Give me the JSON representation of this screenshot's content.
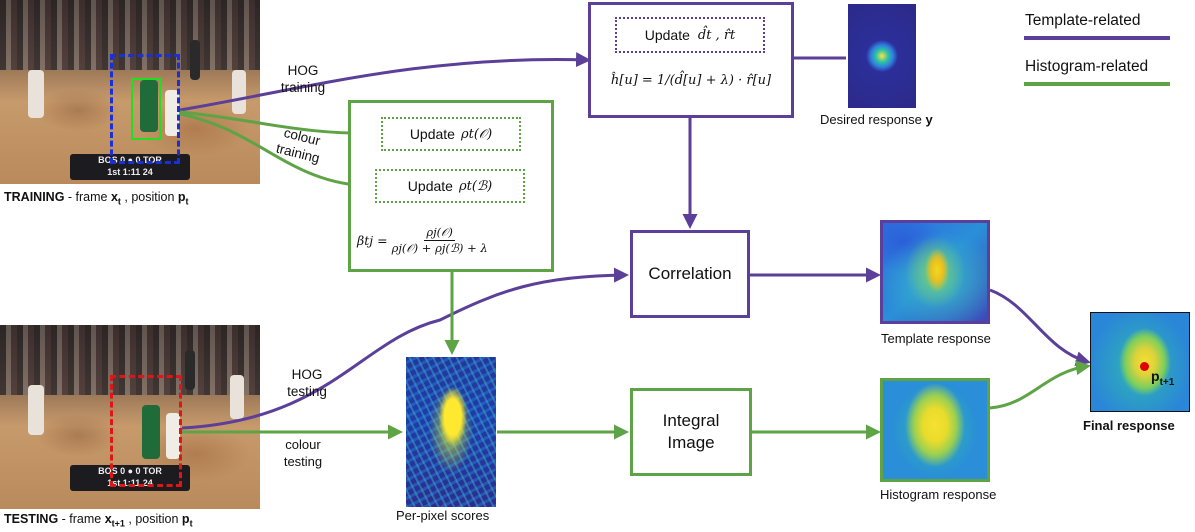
{
  "legend": {
    "template_label": "Template-related",
    "histogram_label": "Histogram-related"
  },
  "colors": {
    "template": "#5b3f99",
    "histogram": "#5ea345",
    "box_blue": "#1a2fd6",
    "box_red": "#e01515",
    "box_green_small": "#22dd22",
    "point": "#e00000"
  },
  "frames": {
    "training": {
      "caption_bold": "TRAINING",
      "caption_mid": " - frame ",
      "frame_var": "x",
      "frame_sub": "t",
      "caption_pos": " , position ",
      "pos_var": "p",
      "pos_sub": "t"
    },
    "testing": {
      "caption_bold": "TESTING",
      "caption_mid": " - frame ",
      "frame_var": "x",
      "frame_sub": "t+1",
      "caption_pos": " , position ",
      "pos_var": "p",
      "pos_sub": "t"
    },
    "scoreboard_top": "BOS  0  ●  0  TOR",
    "scoreboard_bottom": "1st    1:11   24"
  },
  "edges": {
    "hog_training": [
      "HOG",
      "training"
    ],
    "colour_training": [
      "colour",
      "training"
    ],
    "hog_testing": [
      "HOG",
      "testing"
    ],
    "colour_testing": [
      "colour",
      "testing"
    ]
  },
  "template_box": {
    "update_word": "Update",
    "update_vars": "d̂t ,   r̂t",
    "formula": "ĥ[u] = 1/(d̂[u] + λ) · r̂[u]"
  },
  "desired": {
    "label": "Desired response ",
    "label_bold": "y"
  },
  "histogram_box": {
    "update_obj_word": "Update",
    "update_obj_math": "ρt(𝒪)",
    "update_bg_word": "Update",
    "update_bg_math": "ρt(ℬ)",
    "beta_lhs": "βtj =",
    "beta_num": "ρj(𝒪)",
    "beta_den": "ρj(𝒪) + ρj(ℬ) + λ"
  },
  "correlation": {
    "label": "Correlation"
  },
  "integral": {
    "label_line1": "Integral",
    "label_line2": "Image"
  },
  "per_pixel": {
    "label": "Per-pixel scores"
  },
  "template_response": {
    "label": "Template response"
  },
  "histogram_response": {
    "label": "Histogram response"
  },
  "final_response": {
    "label": "Final response",
    "point_var": "p",
    "point_sub": "t+1"
  }
}
